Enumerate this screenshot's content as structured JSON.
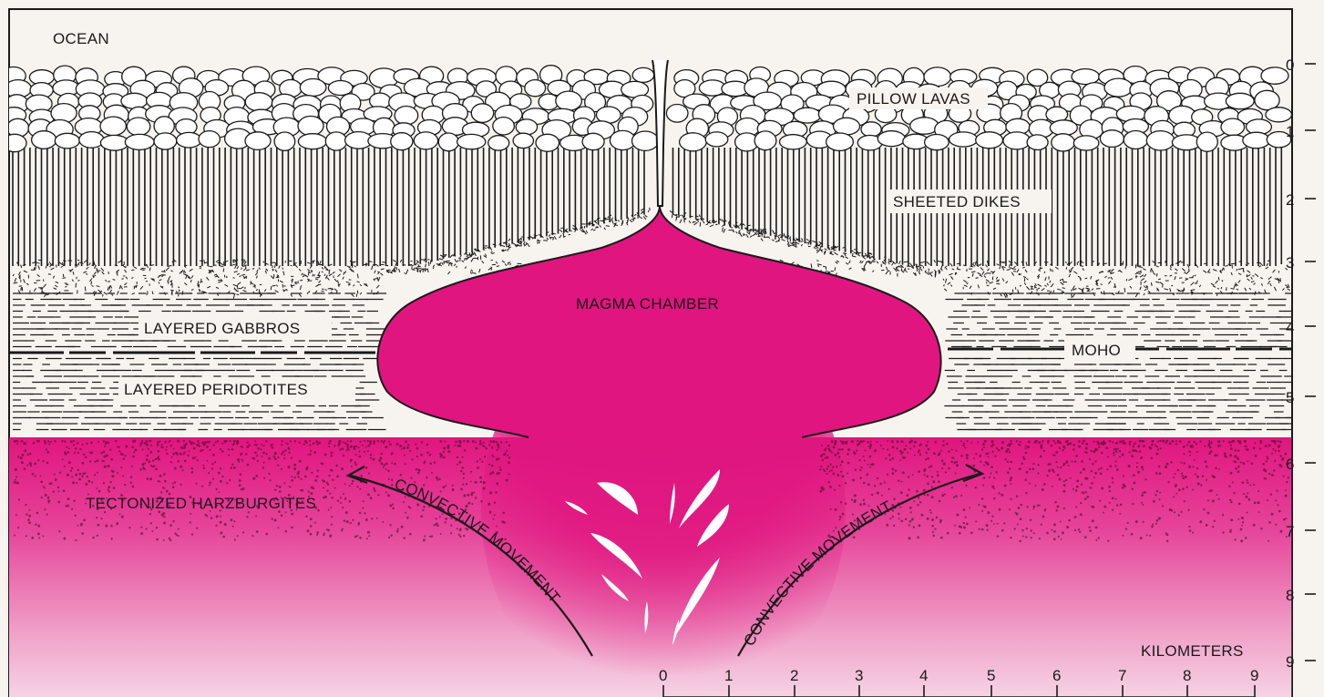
{
  "labels": {
    "ocean": "OCEAN",
    "pillow_lavas": "PILLOW LAVAS",
    "sheeted_dikes": "SHEETED DIKES",
    "magma_chamber": "MAGMA CHAMBER",
    "layered_gabbros": "LAYERED GABBROS",
    "moho": "MOHO",
    "layered_peridotites": "LAYERED PERIDOTITES",
    "tectonized_harzburgites": "TECTONIZED HARZBURGITES",
    "convective_left": "CONVECTIVE MOVEMENT",
    "convective_right": "CONVECTIVE MOVEMENT",
    "kilometers": "KILOMETERS"
  },
  "depth_scale": [
    "0",
    "1",
    "2",
    "3",
    "4",
    "5",
    "6",
    "7",
    "8",
    "9"
  ],
  "horizontal_scale": [
    "0",
    "1",
    "2",
    "3",
    "4",
    "5",
    "6",
    "7",
    "8",
    "9"
  ],
  "colors": {
    "magma": "#e0157f",
    "mantle_light": "#f3c6dc",
    "background": "#f7f4ef",
    "ink": "#1a1a1a"
  }
}
